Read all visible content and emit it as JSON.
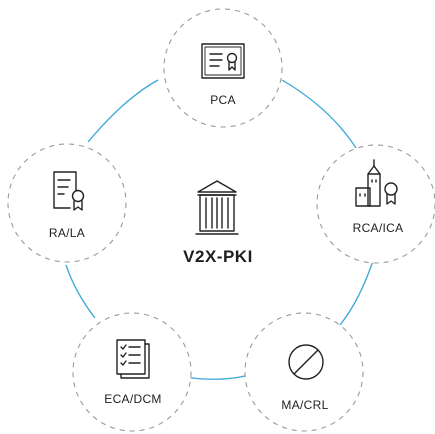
{
  "diagram": {
    "title": "V2X-PKI",
    "connector_color": "#3aa7d8",
    "nodes": {
      "pca": {
        "label": "PCA",
        "icon": "certificate-icon"
      },
      "rca_ica": {
        "label": "RCA/ICA",
        "icon": "building-certificate-icon"
      },
      "ma_crl": {
        "label": "MA/CRL",
        "icon": "prohibited-icon"
      },
      "eca_dcm": {
        "label": "ECA/DCM",
        "icon": "checklist-document-icon"
      },
      "ra_la": {
        "label": "RA/LA",
        "icon": "document-badge-icon"
      }
    },
    "center_icon": "institution-icon"
  }
}
